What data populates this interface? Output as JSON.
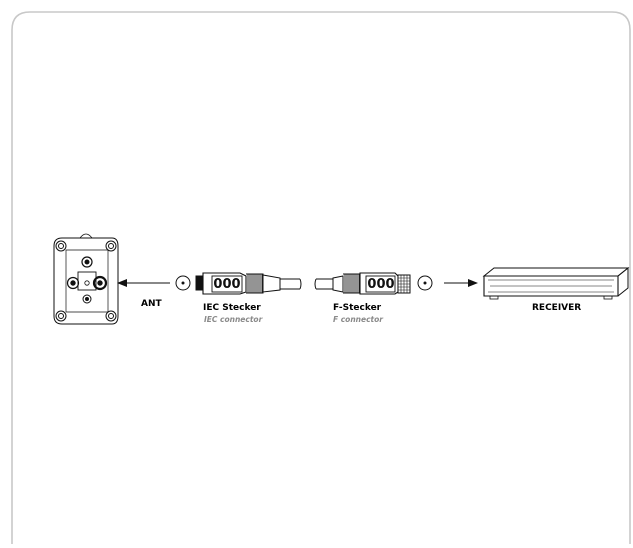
{
  "labels": {
    "ant": "ANT",
    "iec_title": "IEC Stecker",
    "iec_sub": "IEC connector",
    "f_title": "F-Stecker",
    "f_sub": "F connector",
    "receiver": "RECEIVER"
  },
  "connector_marking": "000",
  "colors": {
    "frame": "#c8c8c8",
    "line": "#111111",
    "subtitle": "#8a8a8a"
  },
  "icons": [
    "antenna-wall-socket-icon",
    "coax-port-icon",
    "iec-plug-icon",
    "f-plug-icon",
    "arrow-left-icon",
    "arrow-right-icon",
    "receiver-box-icon"
  ]
}
